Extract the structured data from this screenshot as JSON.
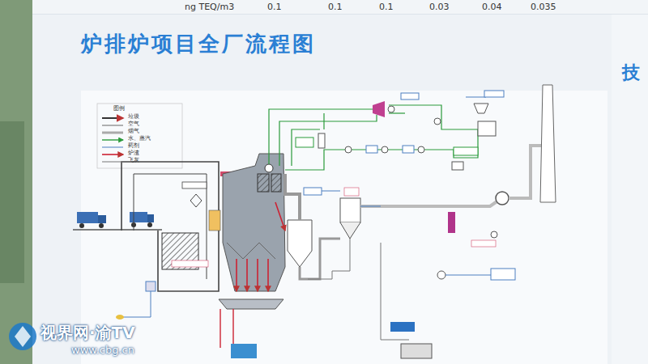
{
  "diagram": {
    "title": "炉排炉项目全厂流程图",
    "labels": [
      "ng TEQ/m3",
      "0.1",
      "0.1",
      "0.1",
      "0.03",
      "0.04",
      "0.035",
      "技",
      "图例",
      "视界网·渝TV",
      "www.cbg.cn"
    ],
    "legend": [
      {
        "text": "垃圾"
      },
      {
        "text": "空气"
      },
      {
        "text": "烟气"
      },
      {
        "text": "水、蒸汽"
      },
      {
        "text": "药剂"
      },
      {
        "text": "炉渣"
      },
      {
        "text": "飞灰"
      }
    ]
  }
}
